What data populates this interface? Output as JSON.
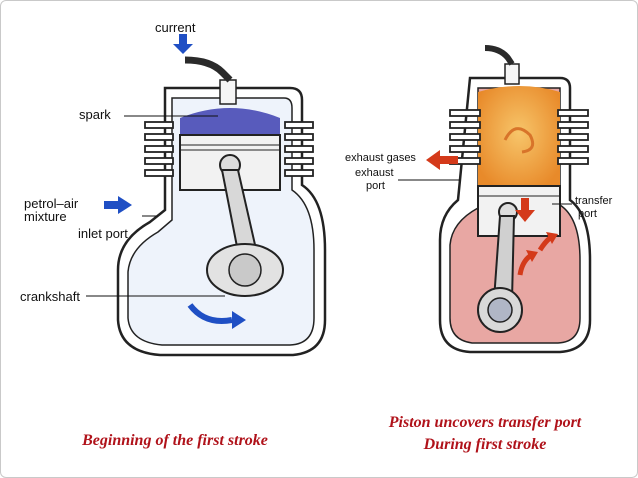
{
  "left_diagram": {
    "labels": {
      "current": "current",
      "spark": "spark",
      "petrol_air_line1": "petrol–air",
      "petrol_air_line2": "mixture",
      "inlet_port": "inlet port",
      "crankshaft": "crankshaft"
    },
    "caption": "Beginning of the first stroke"
  },
  "right_diagram": {
    "labels": {
      "exhaust_gases": "exhaust gases",
      "exhaust_port_line1": "exhaust",
      "exhaust_port_line2": "port",
      "transfer_port_line1": "transfer",
      "transfer_port_line2": "port"
    },
    "caption_line1": "Piston uncovers transfer port",
    "caption_line2": "During first stroke"
  },
  "colors": {
    "caption_red": "#b0121a",
    "arrow_blue": "#1f4fc4",
    "arrow_red": "#d43a1a",
    "engine_outline": "#222222",
    "left_chamber_fill": "#eef3fb",
    "right_crankcase_fill": "#e8a7a3",
    "right_gas_fill": "#f0a040"
  }
}
